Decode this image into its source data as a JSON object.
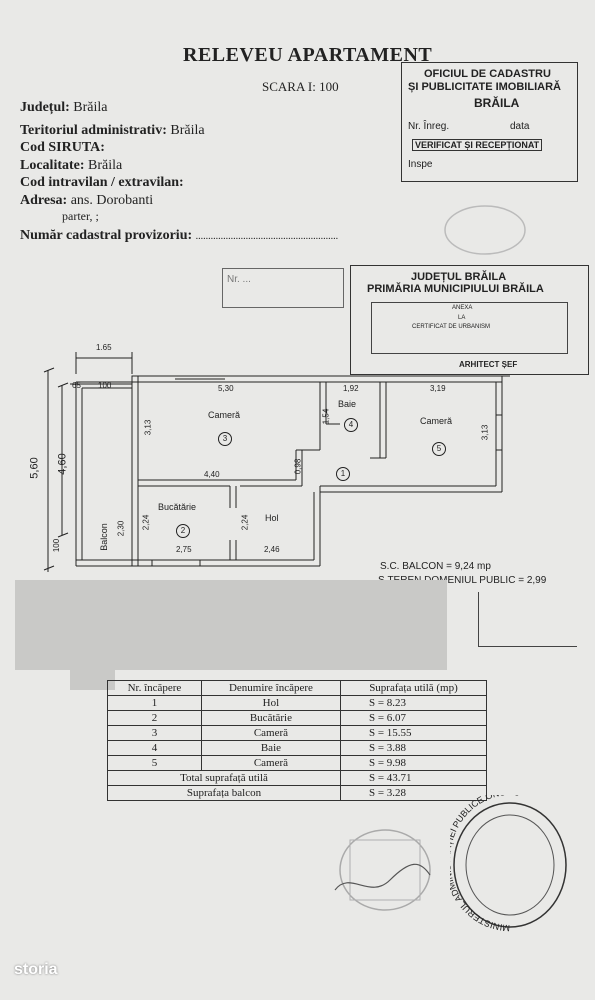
{
  "document": {
    "title": "RELEVEU APARTAMENT",
    "scale": "SCARA I: 100",
    "fields": {
      "judet_label": "Județul:",
      "judet_value": "Brăila",
      "teritoriu_label": "Teritoriul administrativ:",
      "teritoriu_value": "Brăila",
      "siruta_label": "Cod SIRUTA:",
      "localitate_label": "Localitate:",
      "localitate_value": "Brăila",
      "intravilan_label": "Cod intravilan / extravilan:",
      "adresa_label": "Adresa:",
      "adresa_value": "ans. Dorobanti",
      "adresa_line2": "parter, ;",
      "cadastral_label": "Număr cadastral provizoriu:",
      "cadastral_dots": "........................................................."
    }
  },
  "stamp_ocpi": {
    "line1": "OFICIUL DE CADASTRU",
    "line2": "ȘI PUBLICITATE IMOBILIARĂ",
    "line3": "BRĂILA",
    "nr_inreg": "Nr. Înreg.",
    "data": "data",
    "verificat": "VERIFICAT ȘI RECEPȚIONAT",
    "inspector": "Inspe"
  },
  "stamp_primarie": {
    "line1": "JUDEȚUL BRĂILA",
    "line2": "PRIMĂRIA MUNICIPIULUI BRĂILA",
    "anexa": "ANEXA",
    "la": "LA",
    "certificat": "CERTIFICAT DE URBANISM",
    "arhitect": "ARHITECT ȘEF",
    "small_nr": "Nr. ..."
  },
  "plan": {
    "rooms": [
      {
        "label": "Cameră",
        "num": "3"
      },
      {
        "label": "Baie",
        "num": "4"
      },
      {
        "label": "Cameră",
        "num": "5"
      },
      {
        "label": "Bucătărie",
        "num": "2"
      },
      {
        "label": "Hol",
        "num": "1"
      },
      {
        "label": "Balcon",
        "num": ""
      }
    ],
    "dims": {
      "d165": "1.65",
      "d65": "65",
      "d100top": "100",
      "d530": "5,30",
      "d192": "1,92",
      "d319": "3,19",
      "d313a": "3,13",
      "d154": "1,54",
      "d313b": "3,13",
      "d440": "4,40",
      "d098": "0,98",
      "d560": "5,60",
      "d460": "4,60",
      "d100left": "100",
      "d230": "2,30",
      "d224a": "2,24",
      "d224b": "2,24",
      "d275": "2,75",
      "d246": "2,46"
    },
    "sc_balcon": "S.C. BALCON = 9,24 mp",
    "s_teren": "S.TEREN DOMENIUL PUBLIC = 2,99"
  },
  "table": {
    "headers": [
      "Nr. încăpere",
      "Denumire încăpere",
      "Suprafața utilă (mp)"
    ],
    "rows": [
      [
        "1",
        "Hol",
        "S = 8.23"
      ],
      [
        "2",
        "Bucătărie",
        "S = 6.07"
      ],
      [
        "3",
        "Cameră",
        "S = 15.55"
      ],
      [
        "4",
        "Baie",
        "S = 3.88"
      ],
      [
        "5",
        "Cameră",
        "S = 9.98"
      ]
    ],
    "total_label": "Total suprafață utilă",
    "total_value": "S = 43.71",
    "balcon_label": "Suprafața balcon",
    "balcon_value": "S = 3.28"
  },
  "seal": {
    "text": "MINISTERUL ADMINISTRAȚIEI PUBLICE ONCGC"
  },
  "watermark": "storia"
}
